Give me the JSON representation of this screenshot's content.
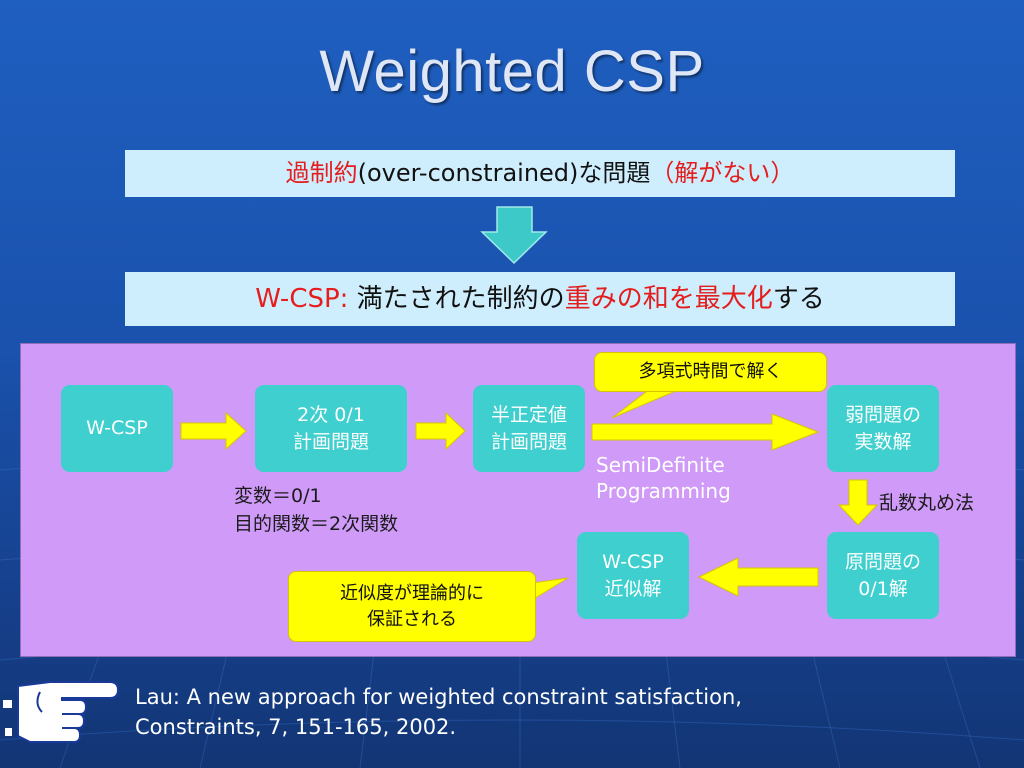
{
  "slide": {
    "title": "Weighted CSP",
    "bar1": {
      "red_prefix": "過制約",
      "middle": "(over-constrained)な問題",
      "red_suffix": "（解がない）"
    },
    "bar2": {
      "red_prefix": "W-CSP:",
      "middle": " 満たされた制約の",
      "red_mid": "重みの和を最大化",
      "suffix": "する"
    },
    "nodes": {
      "wcsp": {
        "line1": "W-CSP"
      },
      "qp": {
        "line1": "2次 0/1",
        "line2": "計画問題"
      },
      "sdp": {
        "line1": "半正定値",
        "line2": "計画問題"
      },
      "relaxed": {
        "line1": "弱問題の",
        "line2": "実数解"
      },
      "original": {
        "line1": "原問題の",
        "line2": "0/1解"
      },
      "approx": {
        "line1": "W-CSP",
        "line2": "近似解"
      }
    },
    "callouts": {
      "poly": "多項式時間で解く",
      "guarantee_line1": "近似度が理論的に",
      "guarantee_line2": "保証される"
    },
    "notes": {
      "vars": "変数＝0/1",
      "objective": "目的関数＝2次関数",
      "sdp_en_line1": "SemiDefinite",
      "sdp_en_line2": "Programming",
      "rounding": "乱数丸め法"
    },
    "reference": {
      "line1": "Lau: A new approach for weighted constraint satisfaction,",
      "line2": "Constraints, 7, 151-165, 2002."
    }
  },
  "colors": {
    "background": "#1a52ad",
    "bar": "#cfeefd",
    "panel": "#cf9af8",
    "node": "#3fcfcf",
    "callout": "#ffff00",
    "arrow": "#ffff00",
    "down_arrow": "#3ec9c9",
    "accent_red": "#e41d1d"
  },
  "icons": {
    "down_arrow": "down-arrow-icon",
    "pointing_hand": "pointing-hand-icon"
  }
}
